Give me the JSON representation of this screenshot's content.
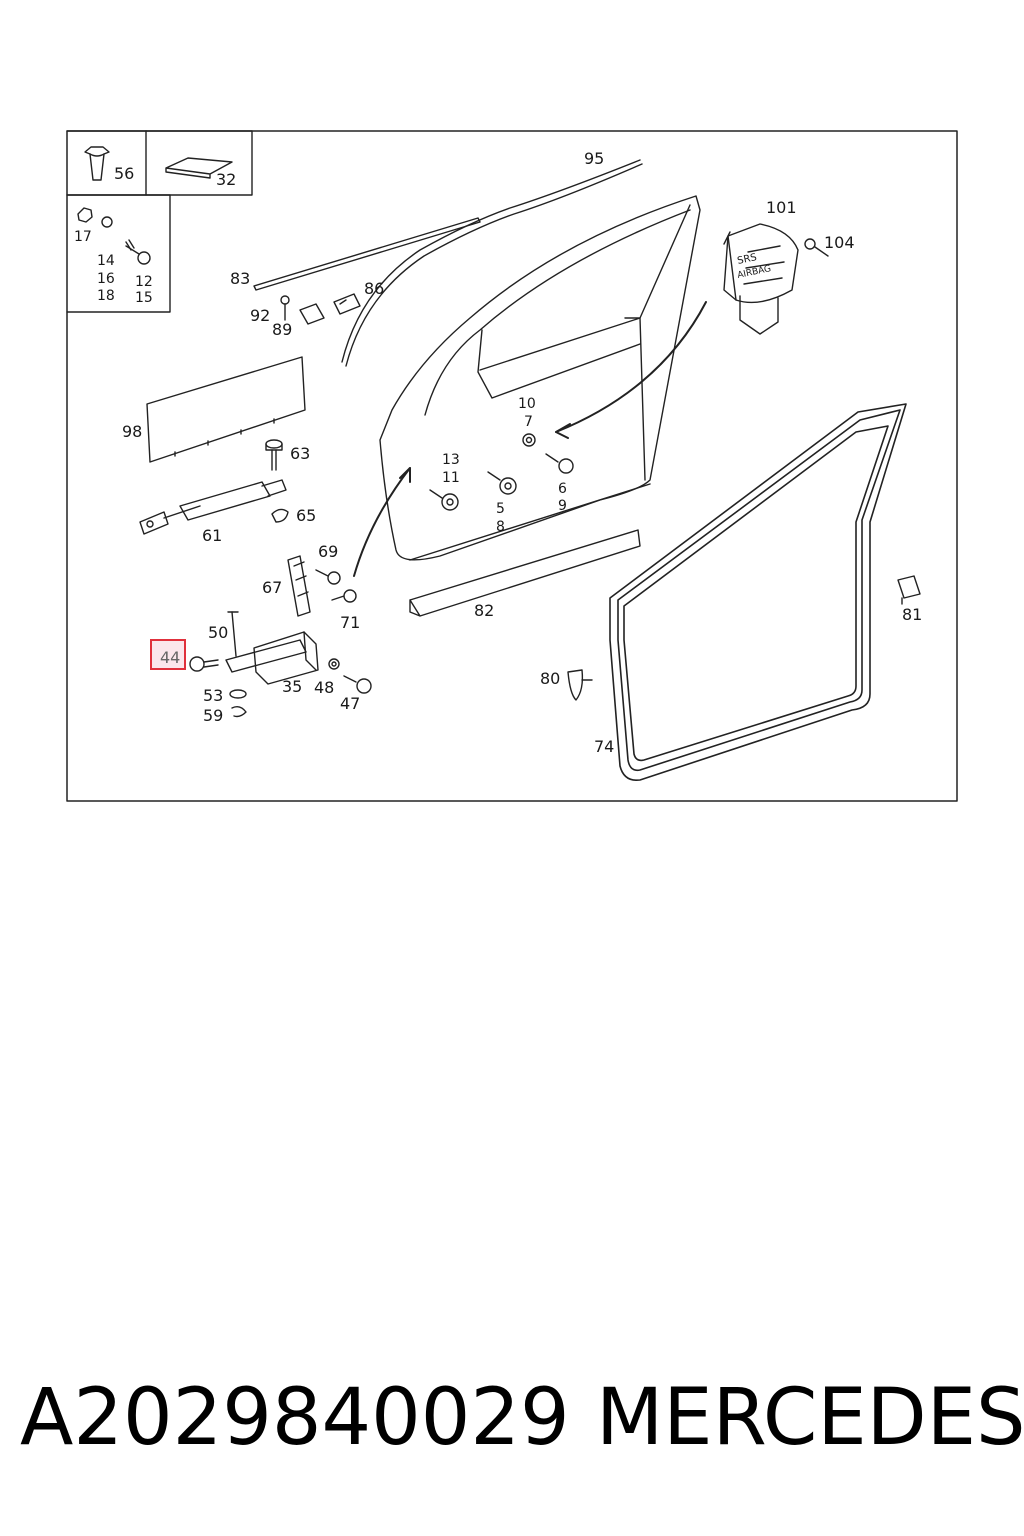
{
  "footer": {
    "part_number": "A2029840029",
    "brand": "MERCEDES"
  },
  "diagram": {
    "highlighted_part": "44",
    "airbag_text_line1": "SRS",
    "airbag_text_line2": "AIRBAG",
    "callouts": {
      "c56": "56",
      "c32": "32",
      "c17": "17",
      "c14": "14",
      "c16": "16",
      "c18": "18",
      "c12": "12",
      "c15": "15",
      "c95": "95",
      "c101": "101",
      "c104": "104",
      "c83": "83",
      "c86": "86",
      "c92": "92",
      "c89": "89",
      "c98": "98",
      "c10": "10",
      "c7": "7",
      "c63": "63",
      "c13": "13",
      "c11": "11",
      "c6": "6",
      "c9": "9",
      "c5": "5",
      "c8": "8",
      "c65": "65",
      "c61": "61",
      "c69": "69",
      "c67": "67",
      "c71": "71",
      "c82": "82",
      "c81": "81",
      "c50": "50",
      "c44": "44",
      "c35": "35",
      "c48": "48",
      "c47": "47",
      "c53": "53",
      "c59": "59",
      "c80": "80",
      "c74": "74"
    }
  }
}
